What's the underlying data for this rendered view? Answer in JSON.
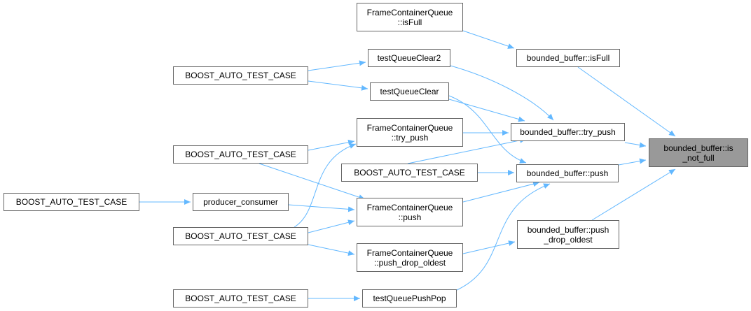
{
  "colors": {
    "edge": "#63b8ff",
    "node_border": "#666666",
    "node_fill": "#ffffff",
    "focus_fill": "#999999"
  },
  "nodes": {
    "is_not_full": {
      "lines": [
        "bounded_buffer::is",
        "_not_full"
      ]
    },
    "isfull": {
      "lines": [
        "bounded_buffer::isFull"
      ]
    },
    "try_push": {
      "lines": [
        "bounded_buffer::try_push"
      ]
    },
    "push": {
      "lines": [
        "bounded_buffer::push"
      ]
    },
    "push_drop_oldest": {
      "lines": [
        "bounded_buffer::push",
        "_drop_oldest"
      ]
    },
    "fcq_isfull": {
      "lines": [
        "FrameContainerQueue",
        "::isFull"
      ]
    },
    "test_clear2": {
      "lines": [
        "testQueueClear2"
      ]
    },
    "test_clear": {
      "lines": [
        "testQueueClear"
      ]
    },
    "fcq_try_push": {
      "lines": [
        "FrameContainerQueue",
        "::try_push"
      ]
    },
    "boost_mid": {
      "lines": [
        "BOOST_AUTO_TEST_CASE"
      ]
    },
    "fcq_push": {
      "lines": [
        "FrameContainerQueue",
        "::push"
      ]
    },
    "fcq_push_drop": {
      "lines": [
        "FrameContainerQueue",
        "::push_drop_oldest"
      ]
    },
    "test_pushpop": {
      "lines": [
        "testQueuePushPop"
      ]
    },
    "boost_a": {
      "lines": [
        "BOOST_AUTO_TEST_CASE"
      ]
    },
    "boost_b": {
      "lines": [
        "BOOST_AUTO_TEST_CASE"
      ]
    },
    "producer_consumer": {
      "lines": [
        "producer_consumer"
      ]
    },
    "boost_c": {
      "lines": [
        "BOOST_AUTO_TEST_CASE"
      ]
    },
    "boost_e": {
      "lines": [
        "BOOST_AUTO_TEST_CASE"
      ]
    },
    "boost_far": {
      "lines": [
        "BOOST_AUTO_TEST_CASE"
      ]
    }
  }
}
